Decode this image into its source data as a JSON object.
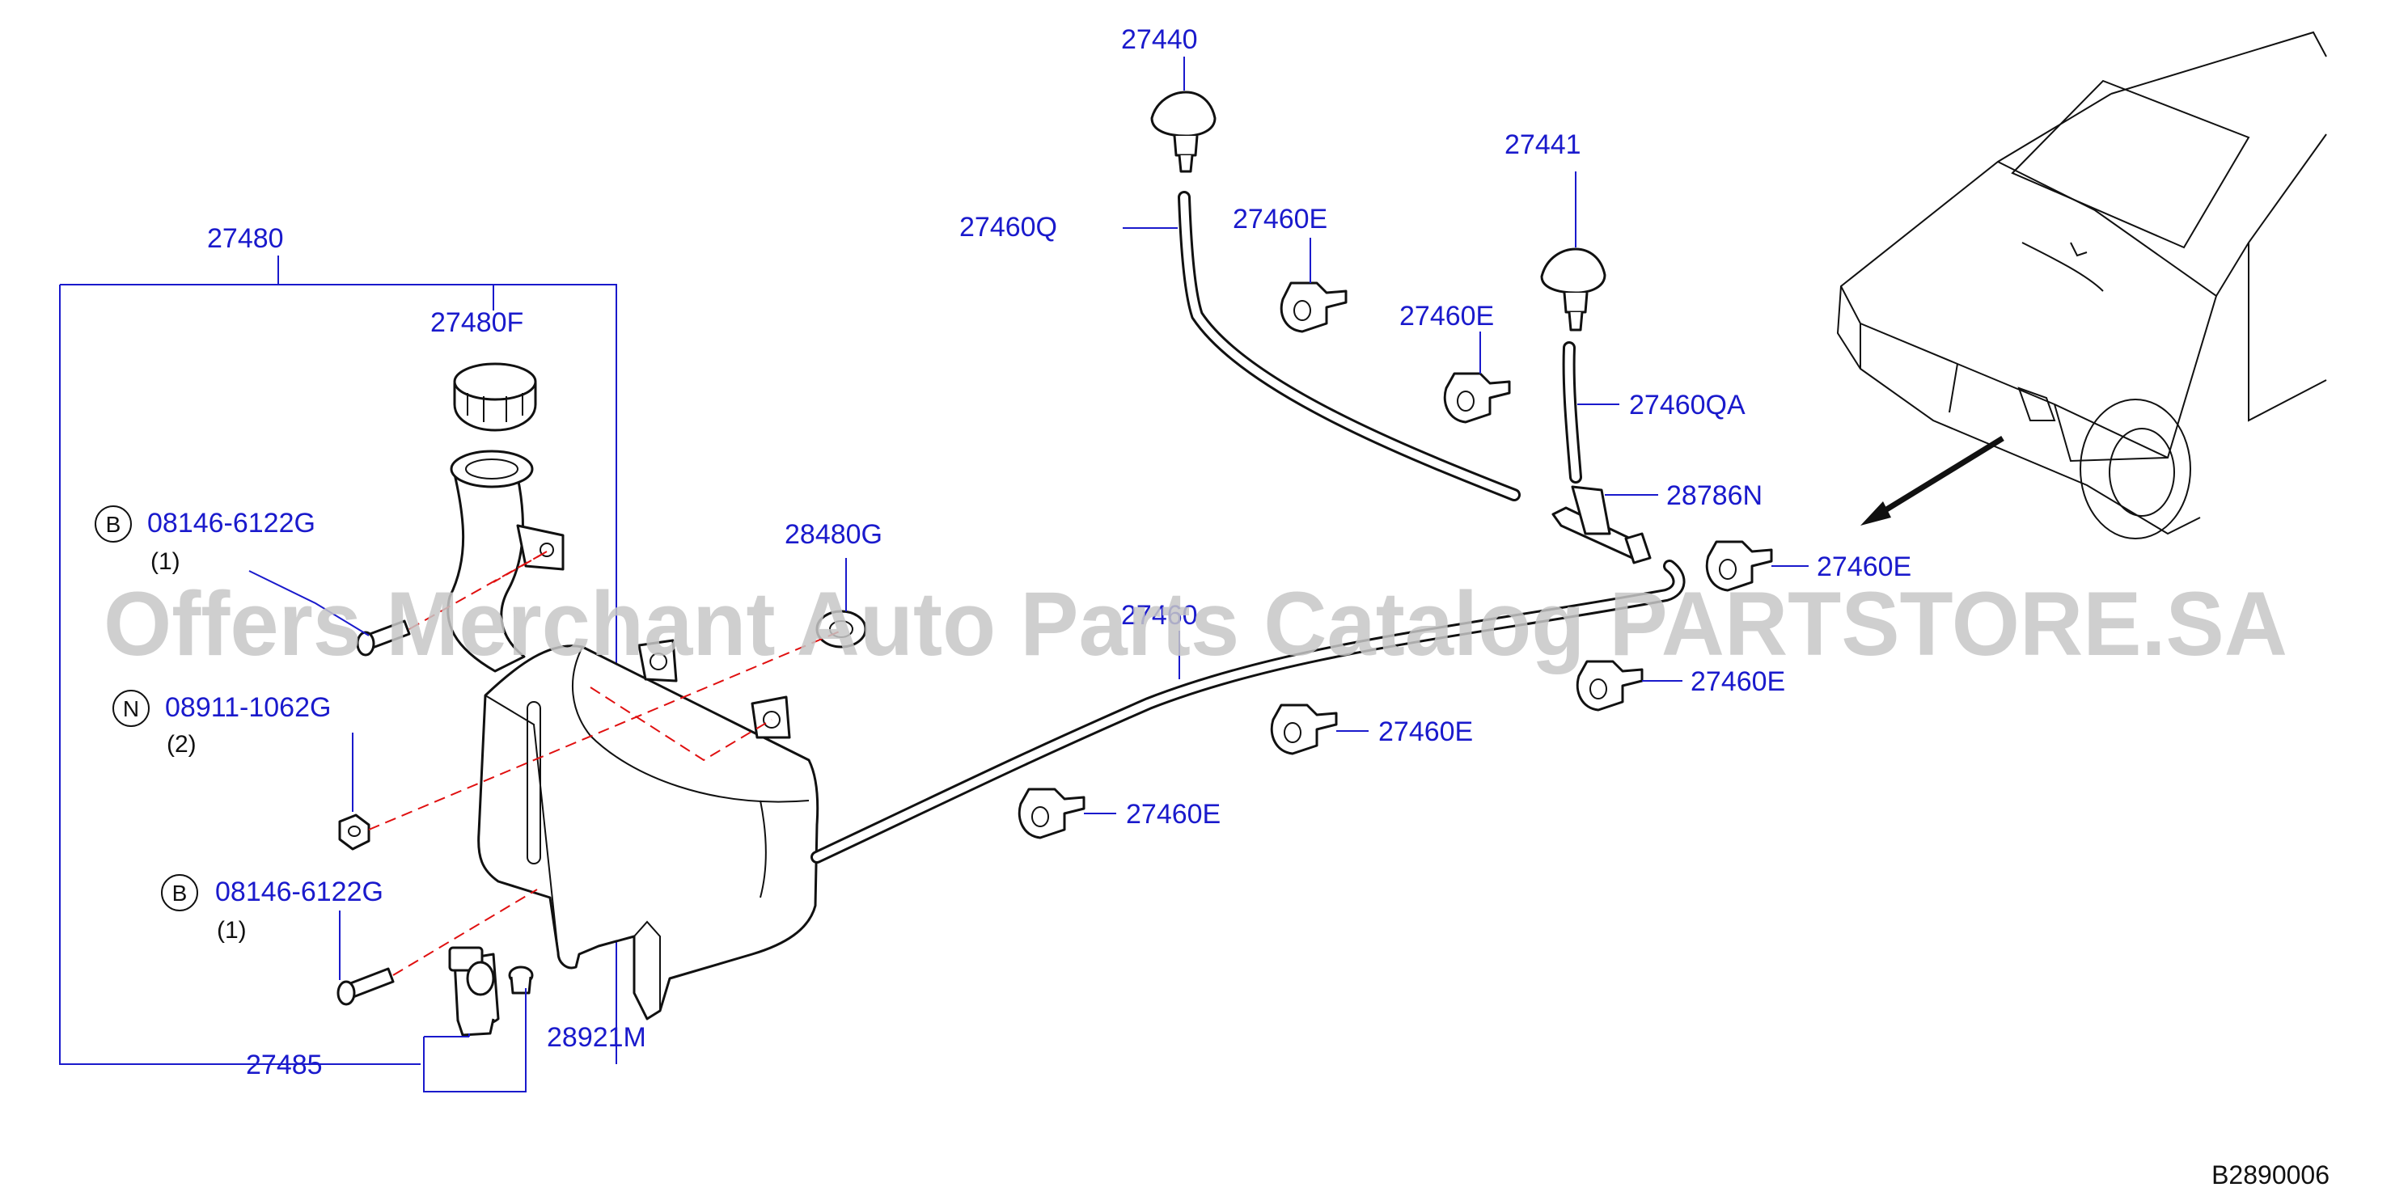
{
  "parts": {
    "p27440": "27440",
    "p27441": "27441",
    "p27460q": "27460Q",
    "p27460qa": "27460QA",
    "p27460e_1": "27460E",
    "p27460e_2": "27460E",
    "p27460e_3": "27460E",
    "p27460e_4": "27460E",
    "p27460e_5": "27460E",
    "p27460e_6": "27460E",
    "p27480": "27480",
    "p27480f": "27480F",
    "p28480g": "28480G",
    "p28786n": "28786N",
    "p27485": "27485",
    "p28921m": "28921M",
    "p27460_partial": "27460"
  },
  "fasteners": [
    {
      "letter": "B",
      "code": "08146-6122G",
      "qty": "(1)"
    },
    {
      "letter": "N",
      "code": "08911-1062G",
      "qty": "(2)"
    },
    {
      "letter": "B",
      "code": "08146-6122G",
      "qty": "(1)"
    }
  ],
  "watermark": "Offers Merchant Auto Parts Catalog PARTSTORE.SA",
  "diagram_code": "B2890006",
  "colors": {
    "label": "#1a1acc",
    "dashed": "#e01010",
    "line": "#111111",
    "watermark": "#c7c7c7"
  }
}
